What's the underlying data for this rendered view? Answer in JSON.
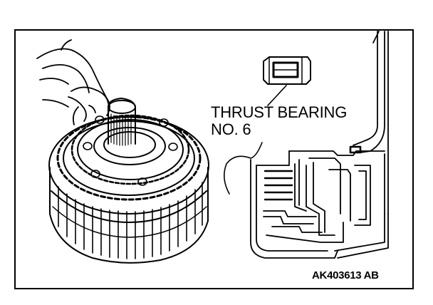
{
  "figure": {
    "callout_line1": "THRUST BEARING",
    "callout_line2": "NO. 6",
    "figure_code": "AK403613 AB"
  },
  "colors": {
    "ink": "#000000",
    "paper": "#ffffff"
  }
}
